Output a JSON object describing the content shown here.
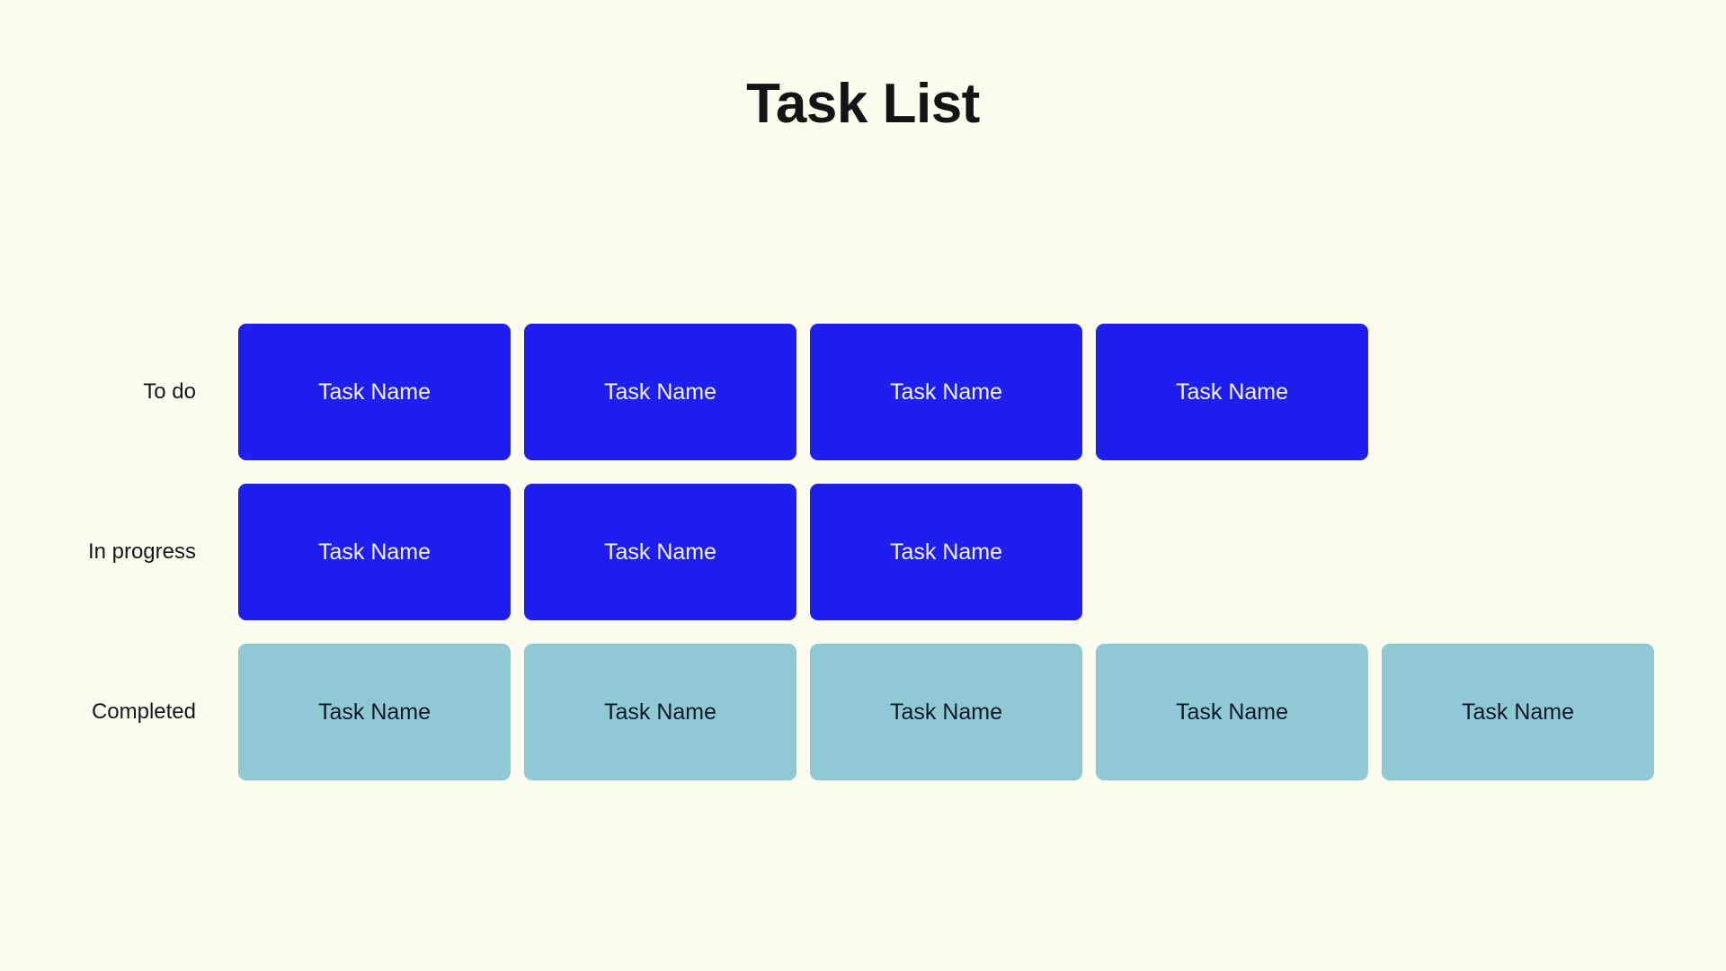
{
  "page": {
    "title": "Task List",
    "background_color": "#FCFCEF",
    "title_color": "#141414"
  },
  "board": {
    "columns_note": "kanban-style rows",
    "rows": [
      {
        "label": "To do",
        "status": "todo",
        "card_color": "#1E1EF0",
        "card_text_color": "#F2F3FB",
        "count": 4,
        "cards": [
          {
            "name": "Task Name"
          },
          {
            "name": "Task Name"
          },
          {
            "name": "Task Name"
          },
          {
            "name": "Task Name"
          }
        ]
      },
      {
        "label": "In progress",
        "status": "in-progress",
        "card_color": "#1E1EF0",
        "card_text_color": "#F2F3FB",
        "count": 3,
        "cards": [
          {
            "name": "Task Name"
          },
          {
            "name": "Task Name"
          },
          {
            "name": "Task Name"
          }
        ]
      },
      {
        "label": "Completed",
        "status": "completed",
        "card_color": "#8FC9D4",
        "card_text_color": "#10182A",
        "count": 5,
        "cards": [
          {
            "name": "Task Name"
          },
          {
            "name": "Task Name"
          },
          {
            "name": "Task Name"
          },
          {
            "name": "Task Name"
          },
          {
            "name": "Task Name"
          }
        ]
      }
    ]
  }
}
